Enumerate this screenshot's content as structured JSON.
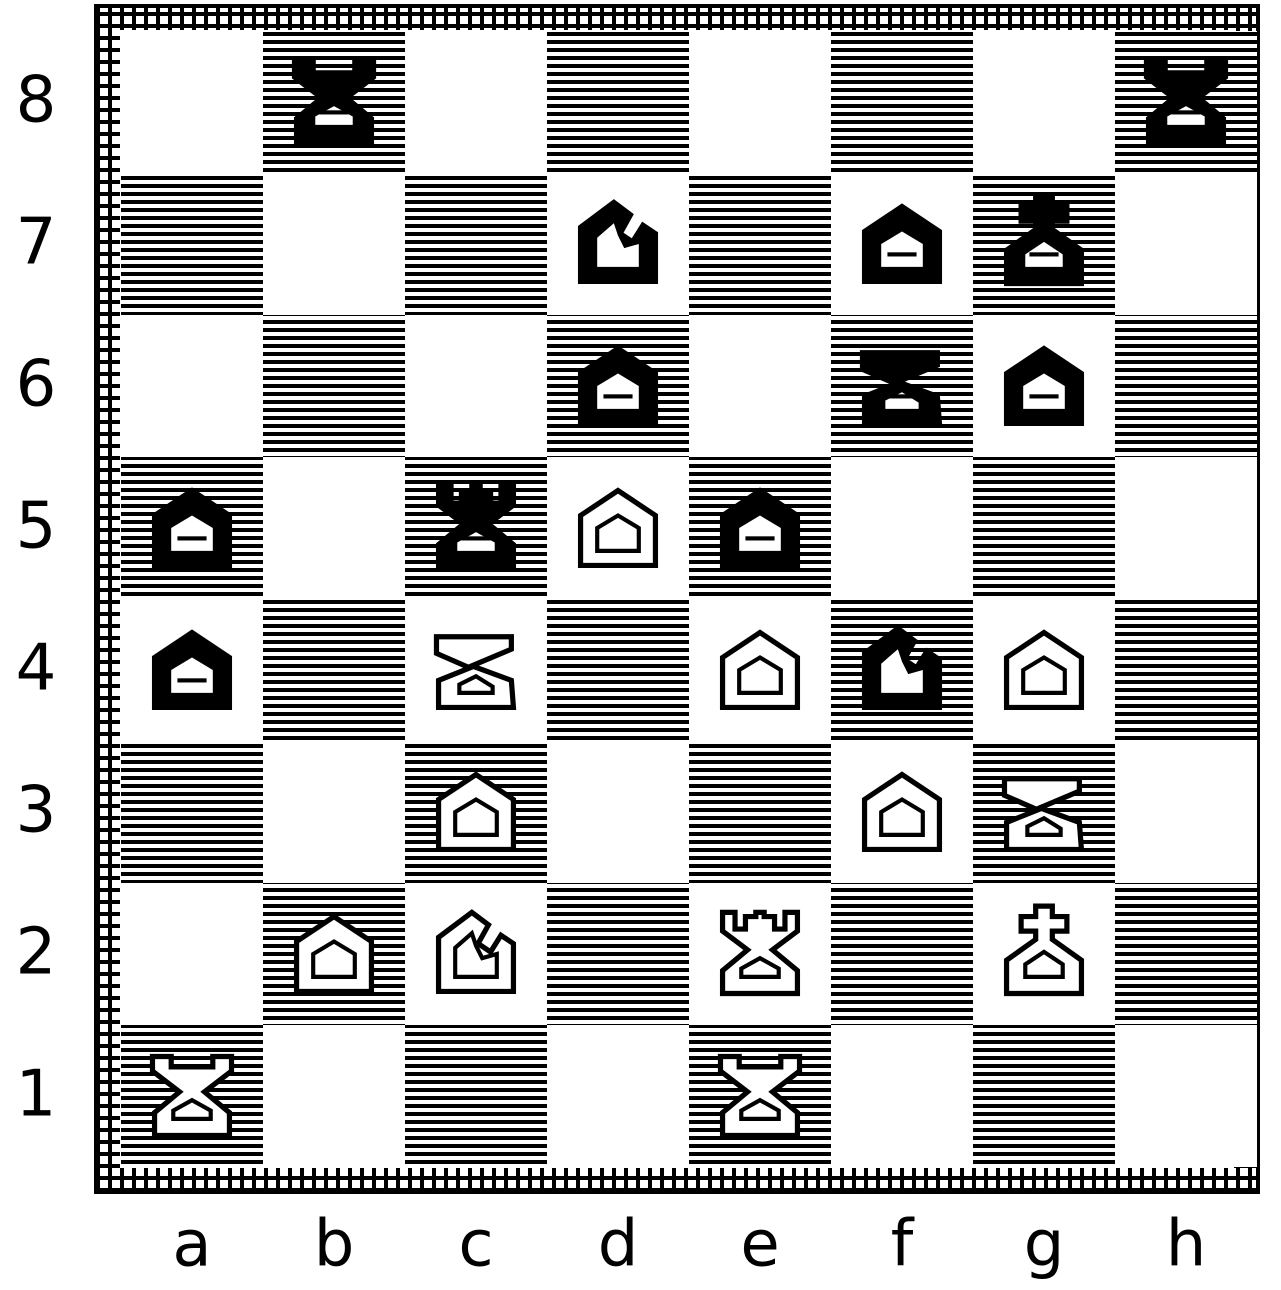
{
  "files": [
    "a",
    "b",
    "c",
    "d",
    "e",
    "f",
    "g",
    "h"
  ],
  "ranks": [
    "8",
    "7",
    "6",
    "5",
    "4",
    "3",
    "2",
    "1"
  ],
  "pieces": [
    {
      "square": "b8",
      "color": "black",
      "type": "rook"
    },
    {
      "square": "h8",
      "color": "black",
      "type": "rook"
    },
    {
      "square": "d7",
      "color": "black",
      "type": "bishop"
    },
    {
      "square": "f7",
      "color": "black",
      "type": "pawn"
    },
    {
      "square": "g7",
      "color": "black",
      "type": "king"
    },
    {
      "square": "d6",
      "color": "black",
      "type": "pawn"
    },
    {
      "square": "f6",
      "color": "black",
      "type": "knight"
    },
    {
      "square": "g6",
      "color": "black",
      "type": "pawn"
    },
    {
      "square": "a5",
      "color": "black",
      "type": "pawn"
    },
    {
      "square": "c5",
      "color": "black",
      "type": "queen"
    },
    {
      "square": "d5",
      "color": "white",
      "type": "pawn"
    },
    {
      "square": "e5",
      "color": "black",
      "type": "pawn"
    },
    {
      "square": "a4",
      "color": "black",
      "type": "pawn"
    },
    {
      "square": "c4",
      "color": "white",
      "type": "knight"
    },
    {
      "square": "e4",
      "color": "white",
      "type": "pawn"
    },
    {
      "square": "f4",
      "color": "black",
      "type": "bishop"
    },
    {
      "square": "g4",
      "color": "white",
      "type": "pawn"
    },
    {
      "square": "c3",
      "color": "white",
      "type": "pawn"
    },
    {
      "square": "f3",
      "color": "white",
      "type": "pawn"
    },
    {
      "square": "g3",
      "color": "white",
      "type": "knight"
    },
    {
      "square": "b2",
      "color": "white",
      "type": "pawn"
    },
    {
      "square": "c2",
      "color": "white",
      "type": "bishop"
    },
    {
      "square": "e2",
      "color": "white",
      "type": "queen"
    },
    {
      "square": "g2",
      "color": "white",
      "type": "king"
    },
    {
      "square": "a1",
      "color": "white",
      "type": "rook"
    },
    {
      "square": "e1",
      "color": "white",
      "type": "rook"
    }
  ]
}
